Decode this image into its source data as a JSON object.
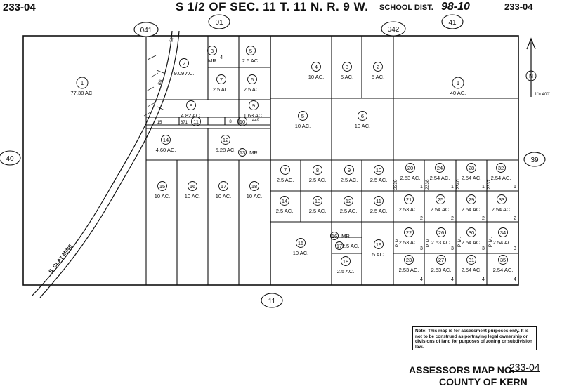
{
  "header": {
    "left_map_no": "233-04",
    "title": "S 1/2 OF SEC. 11 T. 11 N. R. 9 W.",
    "school_label": "SCHOOL DIST.",
    "school_value": "98-10",
    "right_map_no": "233-04"
  },
  "book_numbers": [
    "041",
    "01",
    "042",
    "41",
    "40",
    "39",
    "11"
  ],
  "road": {
    "name": "S. CLAY MINE",
    "row_a": "60",
    "row_b": "50"
  },
  "north": {
    "symbol": "N",
    "scale": "1\"= 400'"
  },
  "misc_labels": {
    "l15": "15",
    "l671": "671",
    "l449": "449",
    "l8": "8",
    "l4": "4"
  },
  "tract_numbers": [
    "2339",
    "2338",
    "2340",
    "2337"
  ],
  "pm": "P. M.",
  "lot_numbers": [
    "1",
    "2",
    "3",
    "4"
  ],
  "parcels": [
    {
      "num": "1",
      "area": "77.38 AC."
    },
    {
      "num": "2",
      "area": "9.09 AC."
    },
    {
      "num": "3",
      "area": "MR"
    },
    {
      "num": "5",
      "area": "2.5 AC."
    },
    {
      "num": "7",
      "area": "2.5 AC."
    },
    {
      "num": "6",
      "area": "2.5 AC."
    },
    {
      "num": "8",
      "area": "4.82 AC."
    },
    {
      "num": "9",
      "area": "1.63 AC."
    },
    {
      "num": "11",
      "area": ""
    },
    {
      "num": "10",
      "area": ""
    },
    {
      "num": "14",
      "area": "4.60 AC."
    },
    {
      "num": "12",
      "area": "5.28 AC."
    },
    {
      "num": "13",
      "area": "MR"
    },
    {
      "num": "15",
      "area": "10 AC."
    },
    {
      "num": "16",
      "area": "10 AC."
    },
    {
      "num": "17",
      "area": "10 AC."
    },
    {
      "num": "18",
      "area": "10 AC."
    },
    {
      "num": "4",
      "area": "10 AC."
    },
    {
      "num": "3",
      "area": "5 AC."
    },
    {
      "num": "2",
      "area": "5 AC."
    },
    {
      "num": "1",
      "area": "40 AC."
    },
    {
      "num": "5",
      "area": "10 AC."
    },
    {
      "num": "6",
      "area": "10 AC."
    },
    {
      "num": "7",
      "area": "2.5 AC."
    },
    {
      "num": "8",
      "area": "2.5 AC."
    },
    {
      "num": "9",
      "area": "2.5 AC."
    },
    {
      "num": "10",
      "area": "2.5 AC."
    },
    {
      "num": "14",
      "area": "2.5 AC."
    },
    {
      "num": "13",
      "area": "2.5 AC."
    },
    {
      "num": "12",
      "area": "2.5 AC."
    },
    {
      "num": "11",
      "area": "2.5 AC."
    },
    {
      "num": "15",
      "area": "10 AC."
    },
    {
      "num": "16",
      "area": "MR"
    },
    {
      "num": "17",
      "area": "2.5 AC."
    },
    {
      "num": "18",
      "area": "2.5 AC."
    },
    {
      "num": "19",
      "area": "5 AC."
    },
    {
      "num": "20",
      "area": "2.53 AC."
    },
    {
      "num": "21",
      "area": "2.53 AC."
    },
    {
      "num": "22",
      "area": "2.53 AC."
    },
    {
      "num": "23",
      "area": "2.53 AC."
    },
    {
      "num": "24",
      "area": "2.54 AC."
    },
    {
      "num": "25",
      "area": "2.54 AC."
    },
    {
      "num": "26",
      "area": "2.53 AC."
    },
    {
      "num": "27",
      "area": "2.53 AC."
    },
    {
      "num": "28",
      "area": "2.54 AC."
    },
    {
      "num": "29",
      "area": "2.54 AC."
    },
    {
      "num": "30",
      "area": "2.54 AC."
    },
    {
      "num": "31",
      "area": "2.54 AC."
    },
    {
      "num": "32",
      "area": "2.54 AC."
    },
    {
      "num": "33",
      "area": "2.54 AC."
    },
    {
      "num": "34",
      "area": "2.54 AC."
    },
    {
      "num": "35",
      "area": "2.54 AC."
    }
  ],
  "note": "Note: This map is for assessment purposes only. It is not to be construed as portraying legal ownership or divisions of land for purposes of zoning or subdivision law.",
  "footer": {
    "map_label": "ASSESSORS MAP NO.",
    "map_no": "233-04",
    "county": "COUNTY OF KERN"
  }
}
